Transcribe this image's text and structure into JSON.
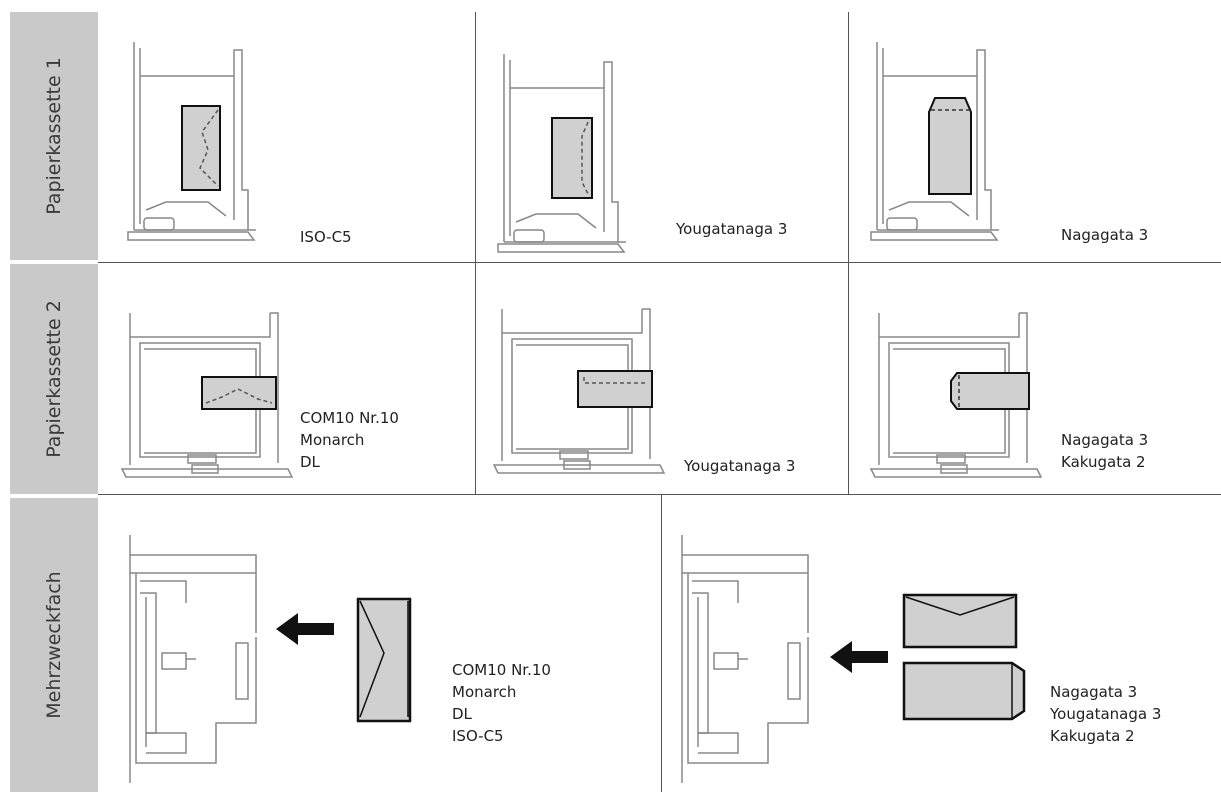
{
  "rows": [
    {
      "label": "Papierkassette 1",
      "cells": [
        {
          "lines": [
            "ISO-C5"
          ]
        },
        {
          "lines": [
            "Yougatanaga 3"
          ]
        },
        {
          "lines": [
            "Nagagata 3"
          ]
        }
      ]
    },
    {
      "label": "Papierkassette 2",
      "cells": [
        {
          "lines": [
            "COM10 Nr.10",
            "Monarch",
            "DL"
          ]
        },
        {
          "lines": [
            "Yougatanaga 3"
          ]
        },
        {
          "lines": [
            "Nagagata 3",
            "Kakugata 2"
          ]
        }
      ]
    },
    {
      "label": "Mehrzweckfach",
      "cells": [
        {
          "lines": [
            "COM10 Nr.10",
            "Monarch",
            "DL",
            "ISO-C5"
          ]
        },
        {
          "lines": [
            "Nagagata 3",
            "Yougatanaga 3",
            "Kakugata 2"
          ]
        }
      ]
    }
  ],
  "colors": {
    "band": "#c9c9c9",
    "envelope": "#d0d0d0",
    "line": "#555555"
  }
}
